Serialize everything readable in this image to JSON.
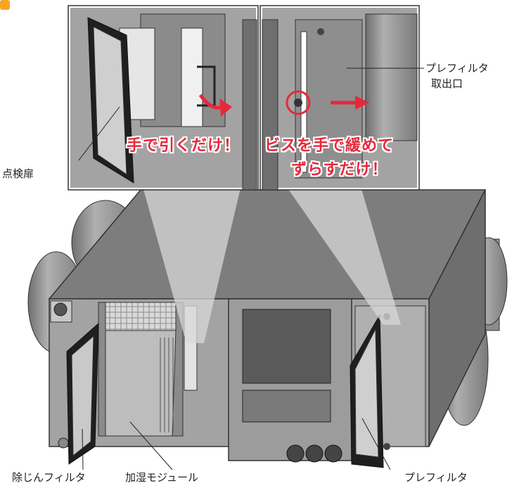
{
  "callouts": {
    "pull_by_hand": "手で引くだけ！",
    "loosen_screw_line1": "ビスを手で緩めて",
    "loosen_screw_line2": "ずらすだけ！"
  },
  "labels": {
    "inspection_door": "点検扉",
    "prefilter_outlet_line1": "プレフィルタ",
    "prefilter_outlet_line2": "取出口",
    "dust_filter": "除じんフィルタ",
    "humidifier_module": "加湿モジュール",
    "prefilter": "プレフィルタ"
  },
  "colors": {
    "accent_red": "#e6283c",
    "corner_tab": "#f5a623",
    "unit_gray": "#9a9a9a"
  }
}
